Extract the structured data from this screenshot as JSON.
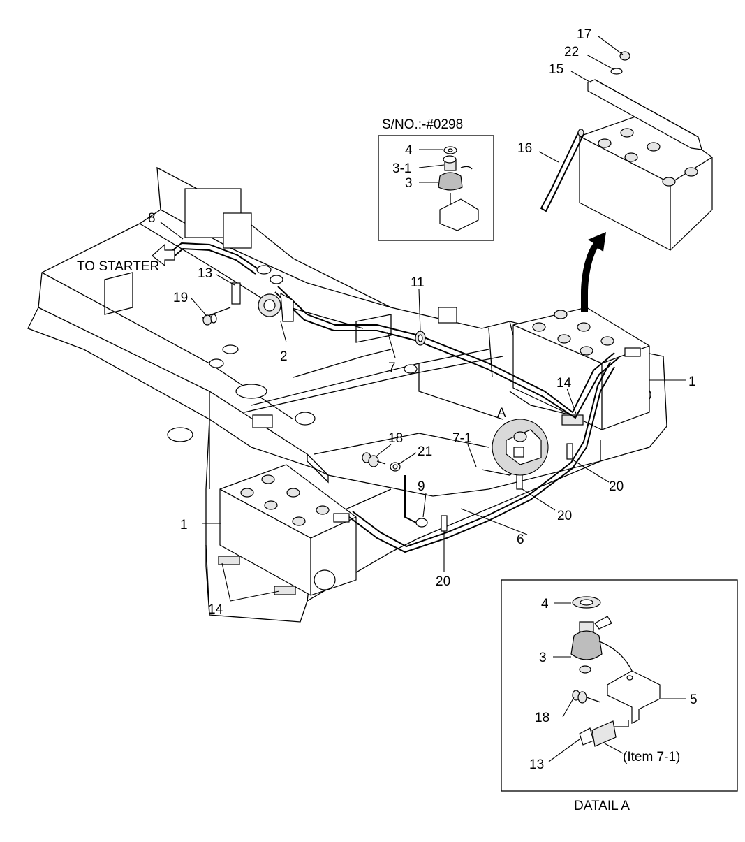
{
  "labels": {
    "p1_right": "1",
    "p1_left": "1",
    "p2": "2",
    "p3_inset": "3",
    "p3_1_inset": "3-1",
    "p4_inset": "4",
    "p6": "6",
    "p7": "7",
    "p7_1": "7-1",
    "p8": "8",
    "p9": "9",
    "p11": "11",
    "p13": "13",
    "p14_mid": "14",
    "p14_left": "14",
    "p15": "15",
    "p16": "16",
    "p17": "17",
    "p18": "18",
    "p19": "19",
    "p20_a": "20",
    "p20_b": "20",
    "p20_c": "20",
    "p21": "21",
    "p22": "22",
    "detail_marker": "A",
    "to_starter": "TO STARTER",
    "serial_note": "S/NO.:-#0298"
  },
  "detail": {
    "p3": "3",
    "p4": "4",
    "p5": "5",
    "p13": "13",
    "p18": "18",
    "item_note": "(Item 7-1)",
    "caption": "DATAIL A"
  }
}
